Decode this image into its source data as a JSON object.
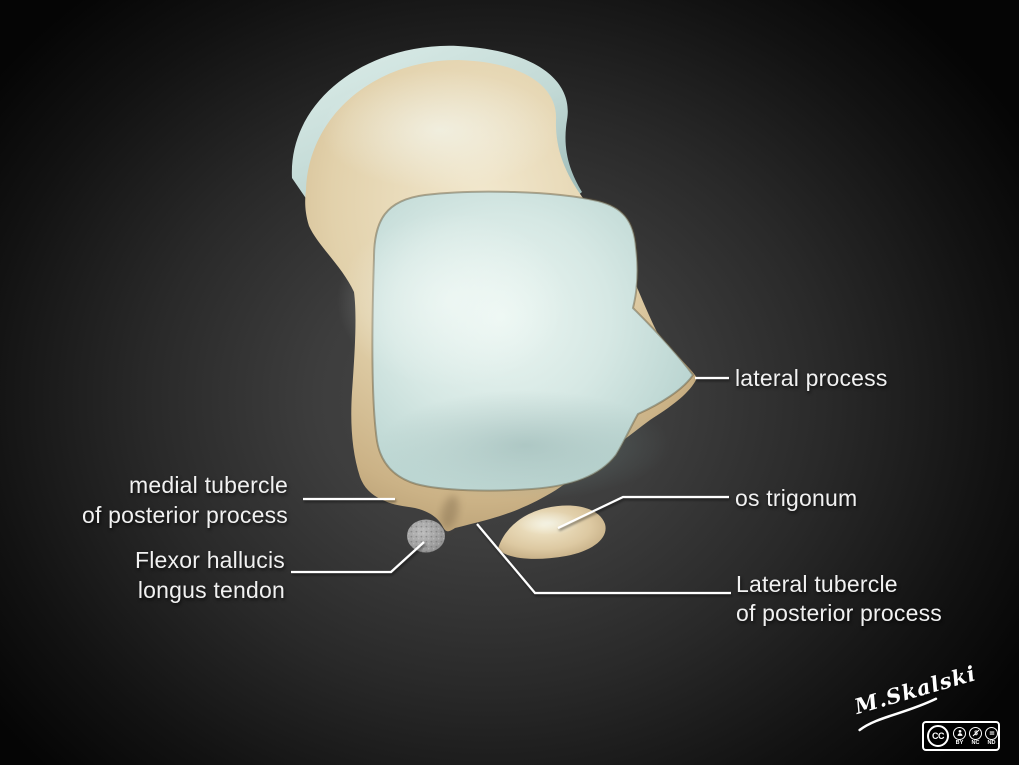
{
  "labels": {
    "lateral_process": "lateral process",
    "os_trigonum": "os trigonum",
    "medial_tubercle": {
      "line1": "medial tubercle",
      "line2": "of posterior process"
    },
    "flexor_hallucis": {
      "line1": "Flexor hallucis",
      "line2": "longus tendon"
    },
    "lateral_tubercle": {
      "line1": "Lateral tubercle",
      "line2": "of posterior process"
    }
  },
  "signature": {
    "artist": "M.Skalski"
  },
  "license_badge": {
    "cc": "CC",
    "by": "BY",
    "nc": "NC",
    "nd": "ND"
  },
  "colors": {
    "background_center": "#484848",
    "background_edge": "#050505",
    "bone_light": "#f1e7cd",
    "bone_mid": "#ddc9a3",
    "bone_dark": "#a98f63",
    "cartilage_light": "#eaf5f1",
    "cartilage_mid": "#cfe3df",
    "cartilage_dark": "#9cbab7",
    "tendon_gray": "#9a9a9a",
    "label_text": "#f1f1f1",
    "leader_line": "#ffffff"
  }
}
